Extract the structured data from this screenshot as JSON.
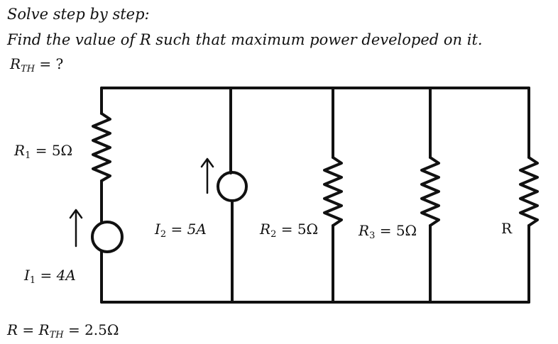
{
  "header": {
    "instruction": "Solve step by step:",
    "question": "Find the value of R  such that maximum power developed on it.",
    "ask_symbol": "R",
    "ask_sub": "TH",
    "ask_suffix": " = ?"
  },
  "components": {
    "r1": {
      "symbol": "R",
      "sub": "1",
      "value": " = 5Ω"
    },
    "i1": {
      "symbol": "I",
      "sub": "1",
      "value": " = 4A"
    },
    "i2": {
      "symbol": "I",
      "sub": "2",
      "value": " = 5A"
    },
    "r2": {
      "symbol": "R",
      "sub": "2",
      "value": " = 5Ω"
    },
    "r3": {
      "symbol": "R",
      "sub": "3",
      "value": " = 5Ω"
    },
    "r": {
      "symbol": "R"
    }
  },
  "answer": {
    "lhs": "R = R",
    "sub": "TH",
    "rhs": " = 2.5Ω"
  }
}
